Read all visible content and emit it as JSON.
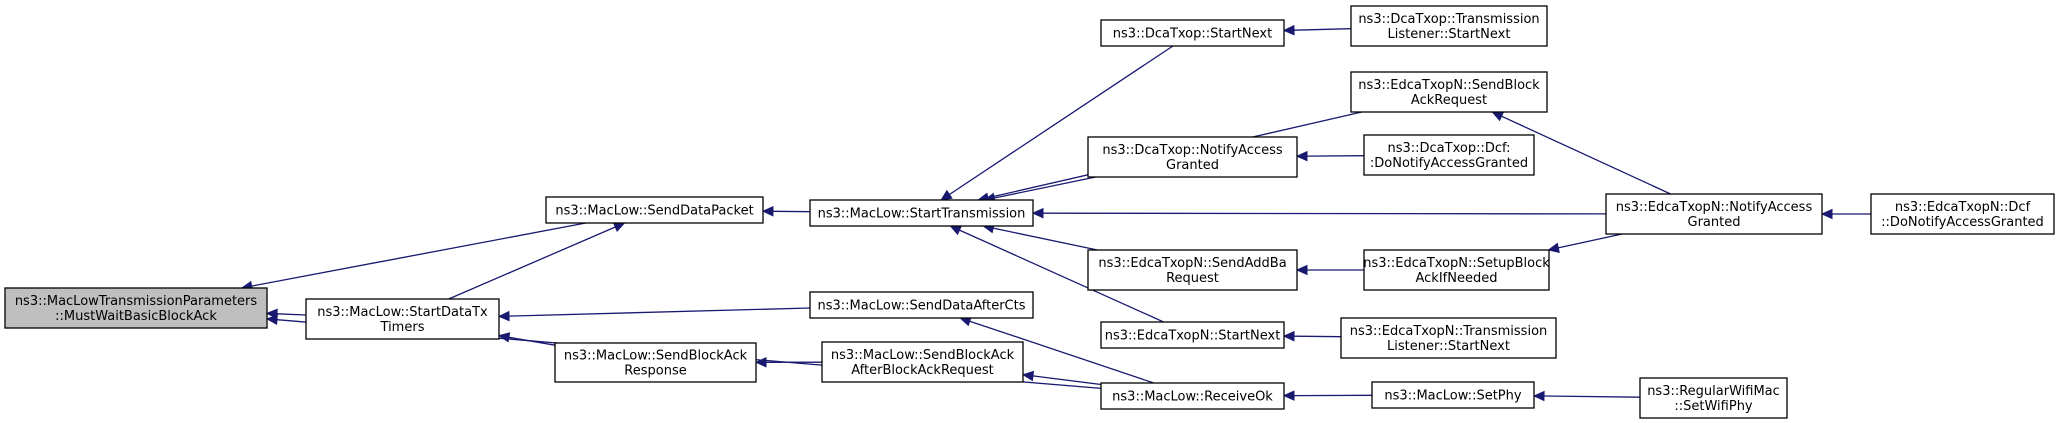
{
  "nodes": {
    "root": [
      "ns3::MacLowTransmissionParameters",
      "::MustWaitBasicBlockAck"
    ],
    "sendDataPacket": [
      "ns3::MacLow::SendDataPacket"
    ],
    "startDataTxTimers": [
      "ns3::MacLow::StartDataTx",
      "Timers"
    ],
    "sendBlockAckResponse": [
      "ns3::MacLow::SendBlockAck",
      "Response"
    ],
    "startTransmission": [
      "ns3::MacLow::StartTransmission"
    ],
    "sendDataAfterCts": [
      "ns3::MacLow::SendDataAfterCts"
    ],
    "sendBlockAckAfterReq": [
      "ns3::MacLow::SendBlockAck",
      "AfterBlockAckRequest"
    ],
    "dcaStartNext": [
      "ns3::DcaTxop::StartNext"
    ],
    "dcaNotifyAccess": [
      "ns3::DcaTxop::NotifyAccess",
      "Granted"
    ],
    "edcaSendAddBa": [
      "ns3::EdcaTxopN::SendAddBa",
      "Request"
    ],
    "edcaStartNext": [
      "ns3::EdcaTxopN::StartNext"
    ],
    "receiveOk": [
      "ns3::MacLow::ReceiveOk"
    ],
    "dcaTlStartNext": [
      "ns3::DcaTxop::Transmission",
      "Listener::StartNext"
    ],
    "edcaSendBlockAckReq": [
      "ns3::EdcaTxopN::SendBlock",
      "AckRequest"
    ],
    "dcaDcfNotify": [
      "ns3::DcaTxop::Dcf:",
      ":DoNotifyAccessGranted"
    ],
    "edcaSetupBlockAck": [
      "ns3::EdcaTxopN::SetupBlock",
      "AckIfNeeded"
    ],
    "edcaTlStartNext": [
      "ns3::EdcaTxopN::Transmission",
      "Listener::StartNext"
    ],
    "setPhy": [
      "ns3::MacLow::SetPhy"
    ],
    "edcaNotifyAccess": [
      "ns3::EdcaTxopN::NotifyAccess",
      "Granted"
    ],
    "regularSetWifiPhy": [
      "ns3::RegularWifiMac",
      "::SetWifiPhy"
    ],
    "edcaDcfNotify": [
      "ns3::EdcaTxopN::Dcf",
      "::DoNotifyAccessGranted"
    ]
  },
  "edges": [
    [
      "sendDataPacket",
      "root"
    ],
    [
      "startDataTxTimers",
      "root"
    ],
    [
      "receiveOk",
      "root"
    ],
    [
      "startDataTxTimers",
      "sendDataPacket"
    ],
    [
      "startTransmission",
      "sendDataPacket"
    ],
    [
      "sendDataAfterCts",
      "startDataTxTimers"
    ],
    [
      "sendBlockAckResponse",
      "startDataTxTimers"
    ],
    [
      "sendBlockAckAfterReq",
      "sendBlockAckResponse"
    ],
    [
      "receiveOk",
      "sendDataAfterCts"
    ],
    [
      "receiveOk",
      "sendBlockAckAfterReq"
    ],
    [
      "dcaStartNext",
      "startTransmission"
    ],
    [
      "edcaSendBlockAckReq",
      "startTransmission"
    ],
    [
      "dcaNotifyAccess",
      "startTransmission"
    ],
    [
      "edcaNotifyAccess",
      "startTransmission"
    ],
    [
      "edcaSendAddBa",
      "startTransmission"
    ],
    [
      "edcaStartNext",
      "startTransmission"
    ],
    [
      "dcaTlStartNext",
      "dcaStartNext"
    ],
    [
      "dcaDcfNotify",
      "dcaNotifyAccess"
    ],
    [
      "edcaSetupBlockAck",
      "edcaSendAddBa"
    ],
    [
      "edcaTlStartNext",
      "edcaStartNext"
    ],
    [
      "setPhy",
      "receiveOk"
    ],
    [
      "edcaNotifyAccess",
      "edcaSendBlockAckReq"
    ],
    [
      "edcaNotifyAccess",
      "edcaSetupBlockAck"
    ],
    [
      "regularSetWifiPhy",
      "setPhy"
    ],
    [
      "edcaDcfNotify",
      "edcaNotifyAccess"
    ]
  ]
}
